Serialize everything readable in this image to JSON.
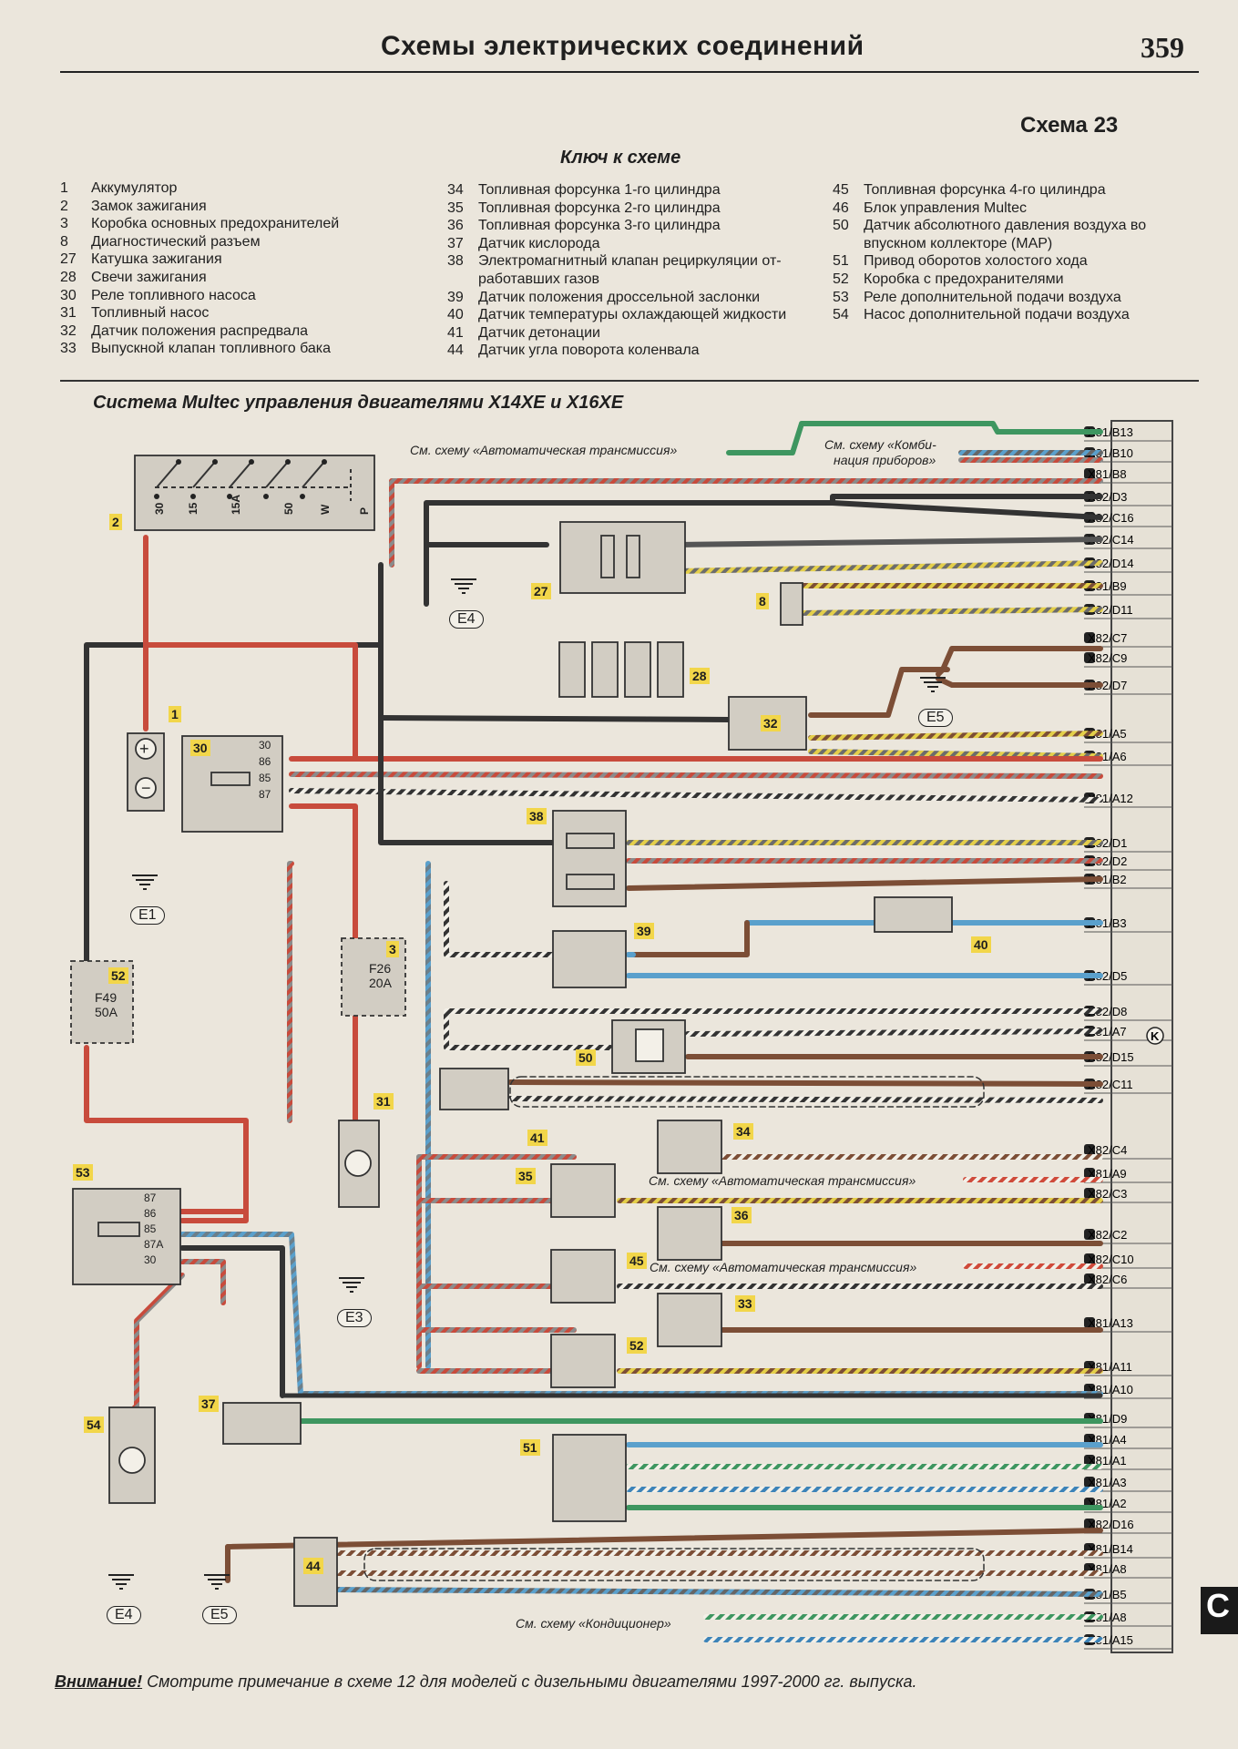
{
  "header": {
    "title": "Схемы электрических соединений",
    "page_number": "359",
    "scheme_label": "Схема 23"
  },
  "key": {
    "title": "Ключ к схеме",
    "columns": [
      [
        {
          "num": "1",
          "text": "Аккумулятор"
        },
        {
          "num": "2",
          "text": "Замок зажигания"
        },
        {
          "num": "3",
          "text": "Коробка основных предохранителей"
        },
        {
          "num": "8",
          "text": "Диагностический разъем"
        },
        {
          "num": "27",
          "text": "Катушка зажигания"
        },
        {
          "num": "28",
          "text": "Свечи зажигания"
        },
        {
          "num": "30",
          "text": "Реле топливного насоса"
        },
        {
          "num": "31",
          "text": "Топливный насос"
        },
        {
          "num": "32",
          "text": "Датчик положения распредвала"
        },
        {
          "num": "33",
          "text": "Выпускной клапан топливного бака"
        }
      ],
      [
        {
          "num": "34",
          "text": "Топливная форсунка 1-го цилиндра"
        },
        {
          "num": "35",
          "text": "Топливная форсунка 2-го цилиндра"
        },
        {
          "num": "36",
          "text": "Топливная форсунка 3-го цилиндра"
        },
        {
          "num": "37",
          "text": "Датчик кислорода"
        },
        {
          "num": "38",
          "text": "Электромагнитный клапан рециркуляции от-"
        },
        {
          "num": "",
          "text": "работавших газов"
        },
        {
          "num": "39",
          "text": "Датчик положения дроссельной заслонки"
        },
        {
          "num": "40",
          "text": "Датчик температуры охлаждающей жидкости"
        },
        {
          "num": "41",
          "text": "Датчик детонации"
        },
        {
          "num": "44",
          "text": "Датчик угла поворота коленвала"
        }
      ],
      [
        {
          "num": "45",
          "text": "Топливная форсунка 4-го цилиндра"
        },
        {
          "num": "46",
          "text": "Блок управления Multec"
        },
        {
          "num": "50",
          "text": "Датчик абсолютного давления воздуха во"
        },
        {
          "num": "",
          "text": "впускном коллекторе (MAP)"
        },
        {
          "num": "51",
          "text": "Привод оборотов холостого хода"
        },
        {
          "num": "52",
          "text": "Коробка с предохранителями"
        },
        {
          "num": "53",
          "text": "Реле дополнительной подачи воздуха"
        },
        {
          "num": "54",
          "text": "Насос дополнительной подачи воздуха"
        }
      ]
    ]
  },
  "subtitle": "Система Multec управления двигателями X14XE и X16XE",
  "connector_pins": [
    "X81/B13",
    "X81/B10",
    "X81/B8",
    "X82/D3",
    "X82/C16",
    "X82/C14",
    "X82/D14",
    "X81/B9",
    "X82/D11",
    "X82/C7",
    "X82/C9",
    "X82/D7",
    "X81/A5",
    "X81/A6",
    "X81/A12",
    "X82/D1",
    "X82/D2",
    "X81/B2",
    "X81/B3",
    "X82/D5",
    "X82/D8",
    "X81/A7",
    "X82/D15",
    "X82/C11",
    "X82/C4",
    "X81/A9",
    "X82/C3",
    "X82/C2",
    "X82/C10",
    "X82/C6",
    "X81/A13",
    "X81/A11",
    "X81/A10",
    "X81/D9",
    "X81/A4",
    "X81/A1",
    "X81/A3",
    "X81/A2",
    "X82/D16",
    "X81/B14",
    "X81/A8",
    "X81/B5",
    "X81/A8",
    "X81/A15"
  ],
  "component_labels": [
    "1",
    "2",
    "3",
    "8",
    "27",
    "28",
    "30",
    "31",
    "32",
    "33",
    "34",
    "35",
    "36",
    "37",
    "38",
    "39",
    "40",
    "41",
    "44",
    "45",
    "50",
    "51",
    "52",
    "52",
    "53",
    "54"
  ],
  "ground_labels": [
    "E1",
    "E3",
    "E4",
    "E4",
    "E5",
    "E5"
  ],
  "fuses": [
    {
      "id": "F26",
      "rating": "20A"
    },
    {
      "id": "F49",
      "rating": "50A"
    }
  ],
  "switch_terminals": [
    "30",
    "15",
    "15A",
    "50",
    "W",
    "P"
  ],
  "relay30_pins": [
    "30",
    "86",
    "85",
    "87"
  ],
  "relay53_pins": [
    "87",
    "86",
    "85",
    "87A",
    "30"
  ],
  "cross_refs": {
    "auto_trans": "См. схему «Автоматическая трансмиссия»",
    "instruments_1": "См. схему «Комби-",
    "instruments_2": "нация приборов»",
    "aircon": "См. схему «Кондиционер»"
  },
  "ecu_symbol": "K",
  "note": {
    "lead": "Внимание!",
    "text": " Смотрите примечание в схеме 12 для моделей с дизельными двигателями 1997-2000 гг. выпуска."
  },
  "side_tab": "C"
}
